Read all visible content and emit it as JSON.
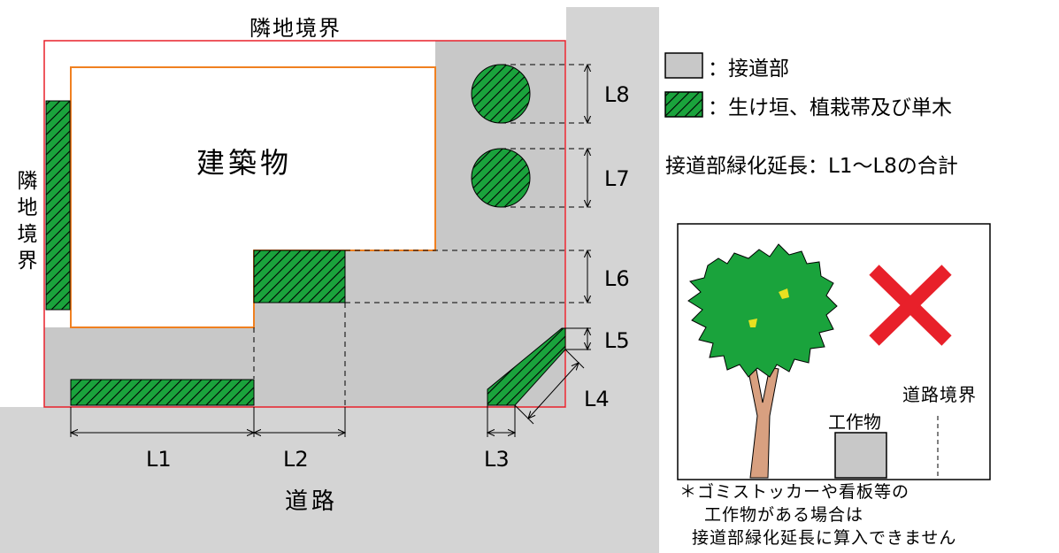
{
  "labels": {
    "top_boundary": "隣地境界",
    "left_boundary": [
      "隣",
      "地",
      "境",
      "界"
    ],
    "building": "建築物",
    "road": "道路",
    "road_boundary": "道路境界",
    "structure": "工作物"
  },
  "dimensions": [
    "L1",
    "L2",
    "L3",
    "L4",
    "L5",
    "L6",
    "L7",
    "L8"
  ],
  "legend": [
    {
      "swatch": "gray",
      "text": "：接道部"
    },
    {
      "swatch": "hatch",
      "text": "：生け垣、植栽帯及び単木"
    }
  ],
  "formula": "接道部緑化延長：L1～L8の合計",
  "note": [
    "＊ゴミストッカーや看板等の",
    "工作物がある場合は",
    "接道部緑化延長に算入できません"
  ],
  "colors": {
    "frontage_gray": "#c8c8c8",
    "green": "#1aa33c",
    "boundary_red": "#e8202a",
    "building_orange": "#f08020",
    "cross_red": "#e8202a",
    "trunk": "#d8a080"
  }
}
